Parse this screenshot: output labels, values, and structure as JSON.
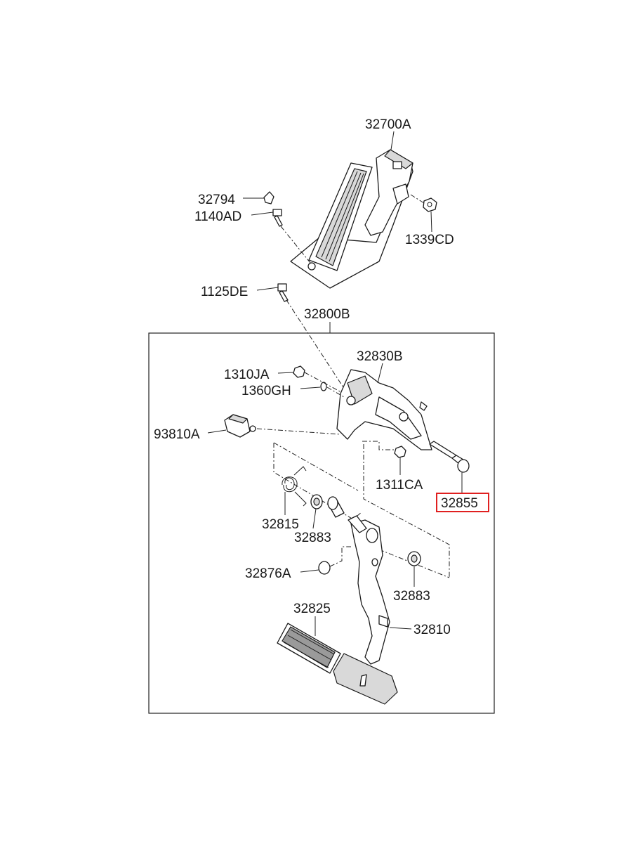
{
  "diagram": {
    "labels": {
      "p32700A": "32700A",
      "p32794": "32794",
      "p1140AD": "1140AD",
      "p1339CD": "1339CD",
      "p1125DE": "1125DE",
      "p32800B": "32800B",
      "p32830B": "32830B",
      "p1310JA": "1310JA",
      "p1360GH": "1360GH",
      "p93810A": "93810A",
      "p1311CA": "1311CA",
      "p32855": "32855",
      "p32815": "32815",
      "p32883a": "32883",
      "p32876A": "32876A",
      "p32883b": "32883",
      "p32825": "32825",
      "p32810": "32810"
    },
    "highlighted_part": "32855",
    "highlight_color": "#e02020"
  }
}
